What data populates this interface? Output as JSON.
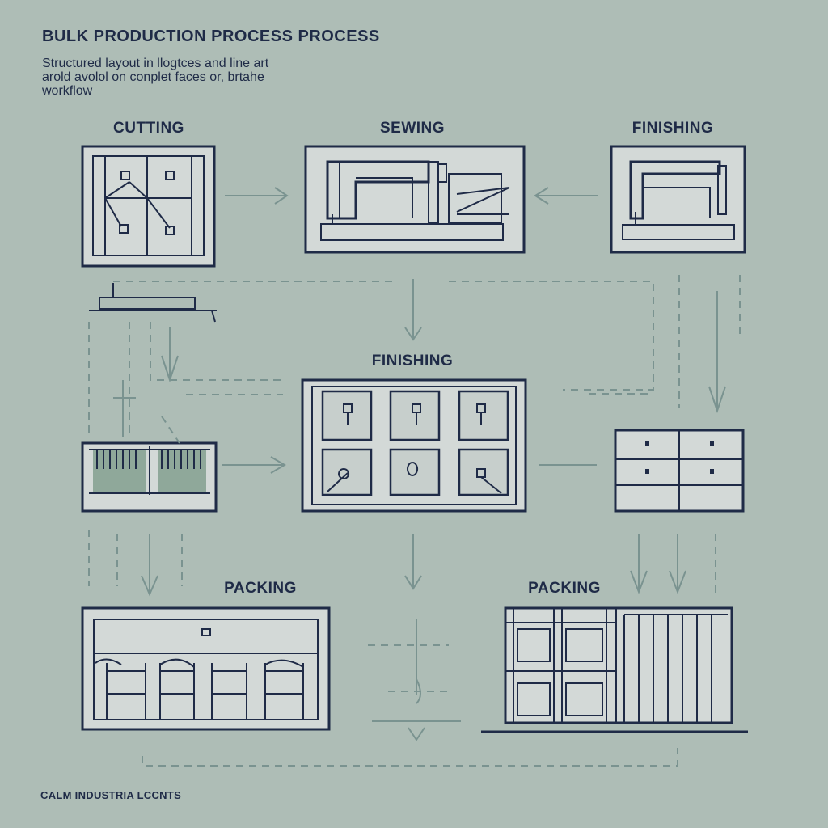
{
  "header": {
    "title": "BULK PRODUCTION PROCESS PROCESS",
    "subtitle_lines": [
      "Structured layout in llogtces and line art",
      "arold avolol on conplet faces or, brtahe",
      "workflow"
    ]
  },
  "stages": {
    "cutting": "CUTTING",
    "sewing": "SEWING",
    "finishing_top": "FINISHING",
    "finishing_middle": "FINISHING",
    "packing_left": "PACKING",
    "packing_right": "PACKING"
  },
  "footer": {
    "caption": "CALM INDUSTRIA LCCNTS"
  },
  "colors": {
    "background": "#aebdb6",
    "ink": "#1f2b47",
    "box_fill": "#d3d9d7",
    "connector": "#7a9390"
  }
}
